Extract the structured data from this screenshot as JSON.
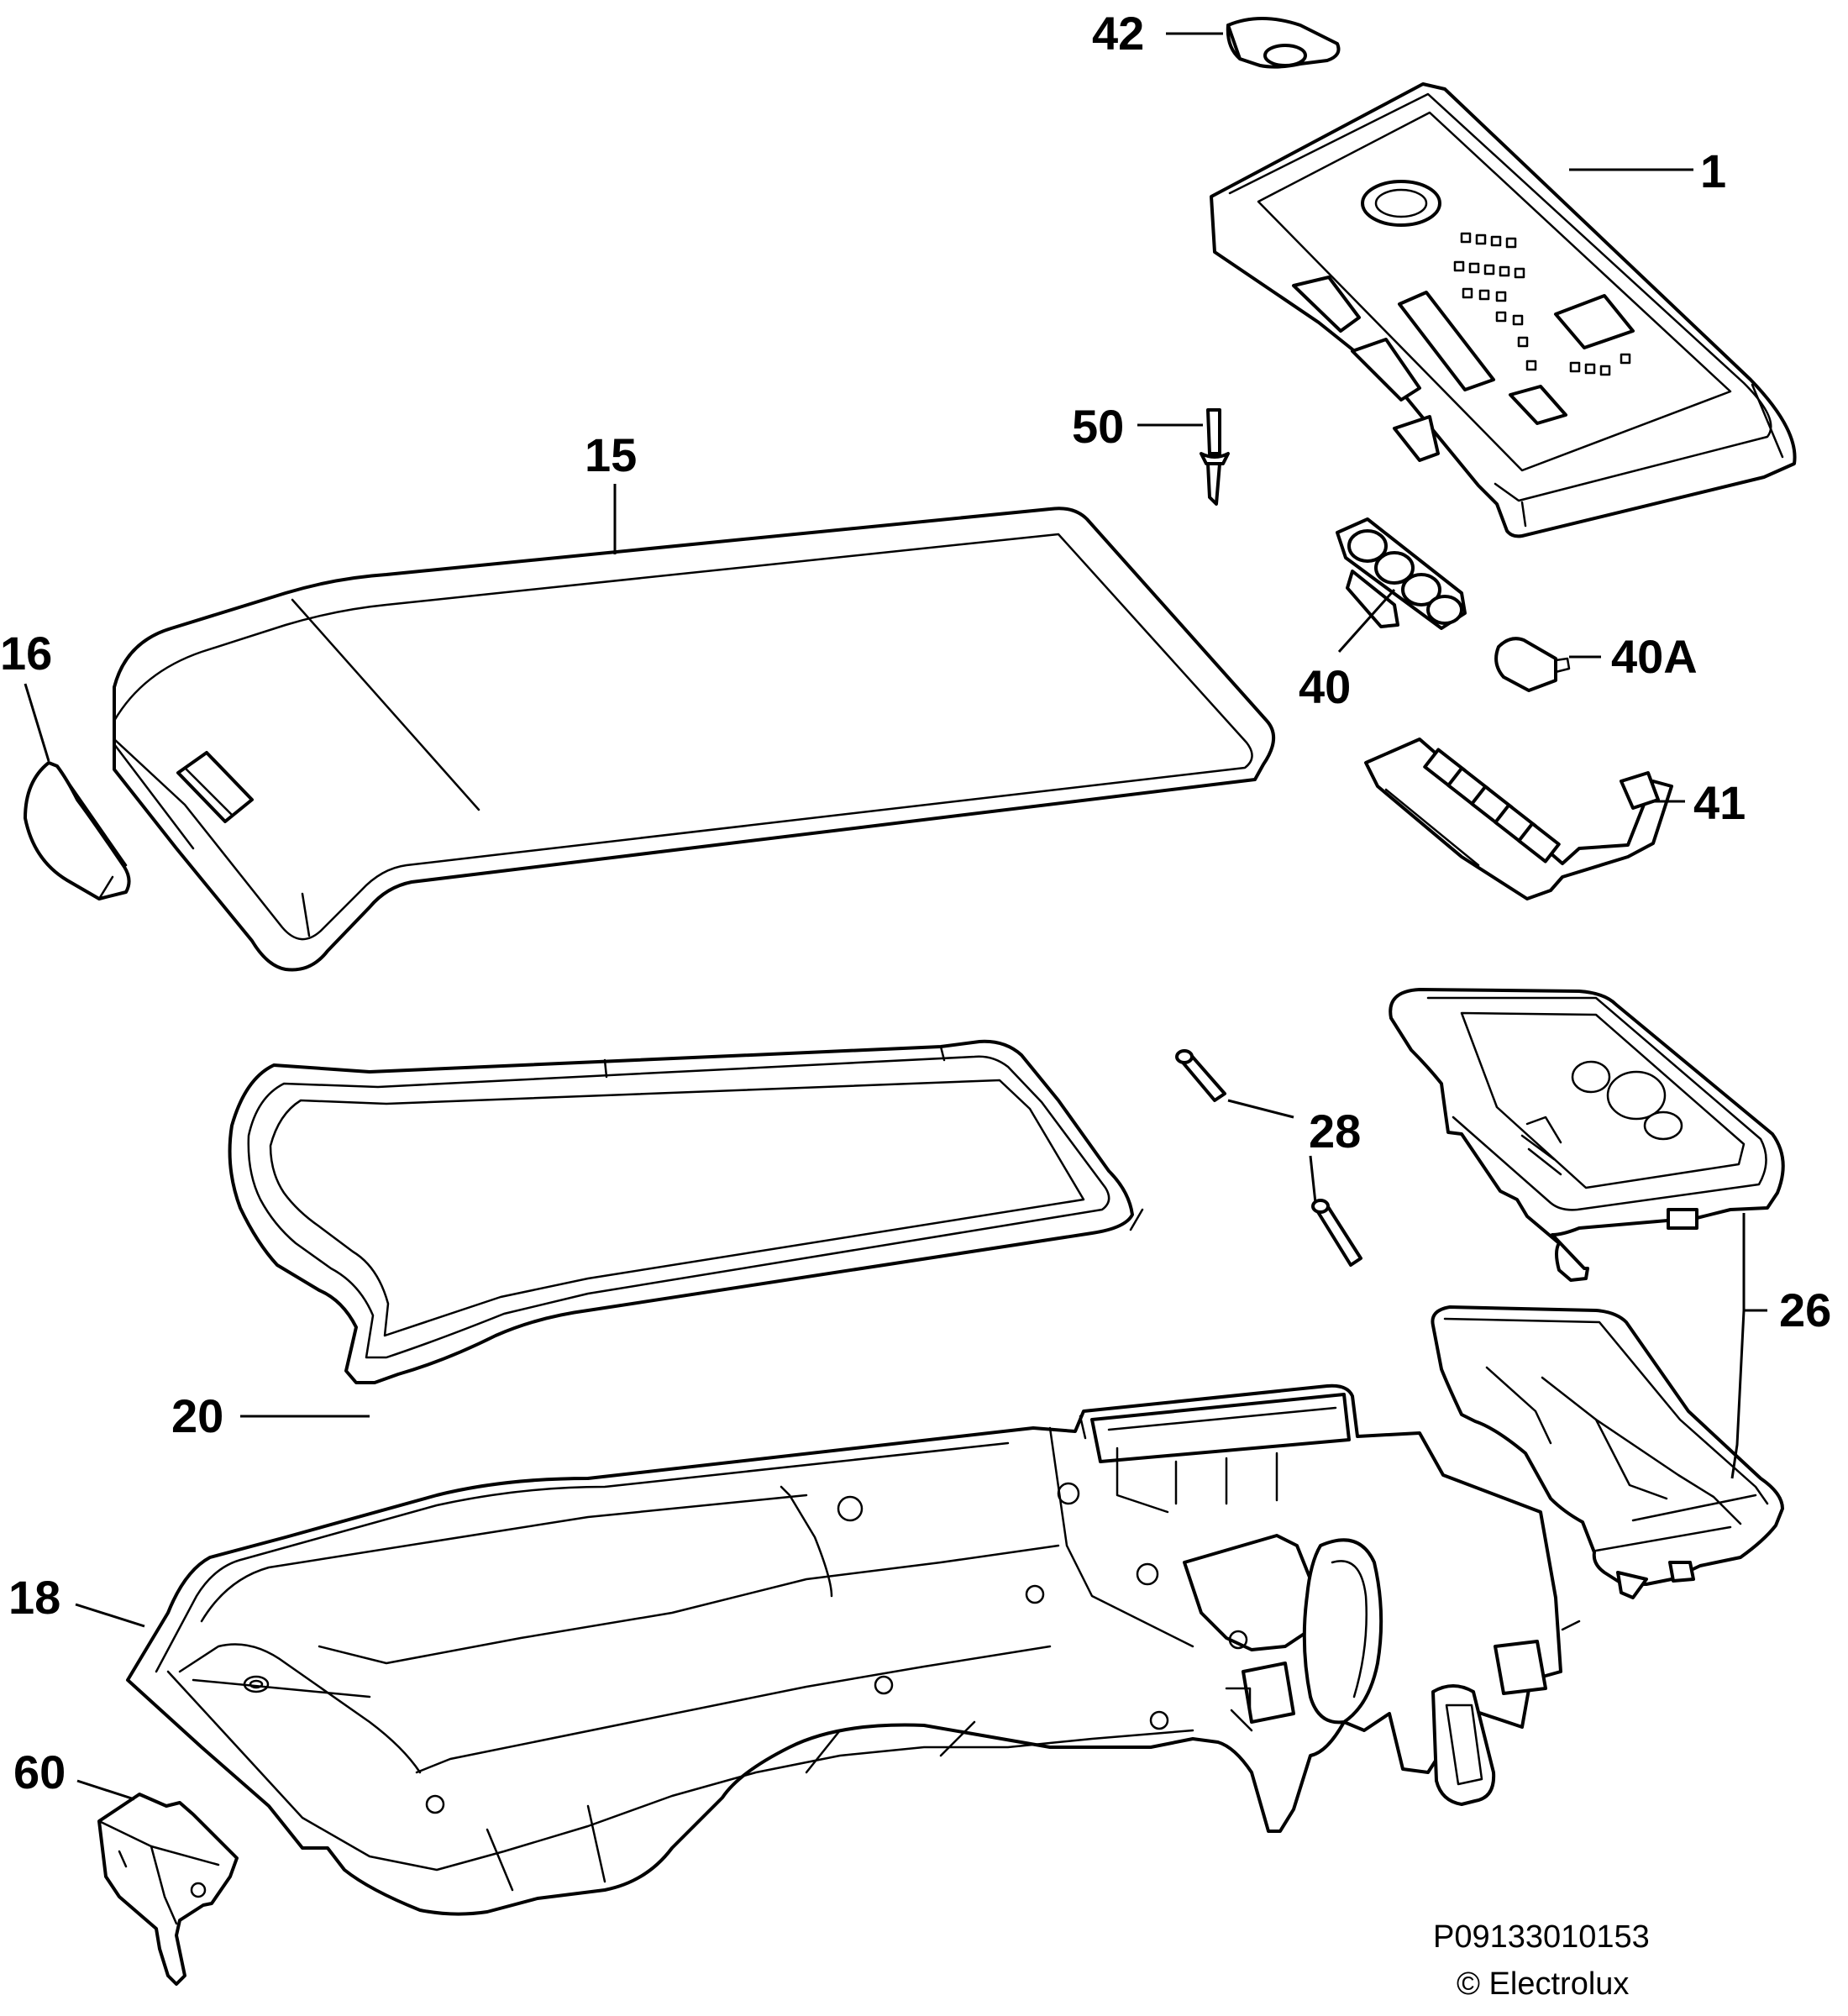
{
  "callouts": [
    {
      "id": "p42",
      "label": "42"
    },
    {
      "id": "p1",
      "label": "1"
    },
    {
      "id": "p50",
      "label": "50"
    },
    {
      "id": "p15",
      "label": "15"
    },
    {
      "id": "p16",
      "label": "16"
    },
    {
      "id": "p40",
      "label": "40"
    },
    {
      "id": "p40a",
      "label": "40A"
    },
    {
      "id": "p41",
      "label": "41"
    },
    {
      "id": "p28",
      "label": "28"
    },
    {
      "id": "p26",
      "label": "26"
    },
    {
      "id": "p20",
      "label": "20"
    },
    {
      "id": "p18",
      "label": "18"
    },
    {
      "id": "p60",
      "label": "60"
    }
  ],
  "footer": {
    "code": "P09133010153",
    "copyright": "© Electrolux"
  },
  "colors": {
    "line": "#000000",
    "background": "#ffffff"
  }
}
